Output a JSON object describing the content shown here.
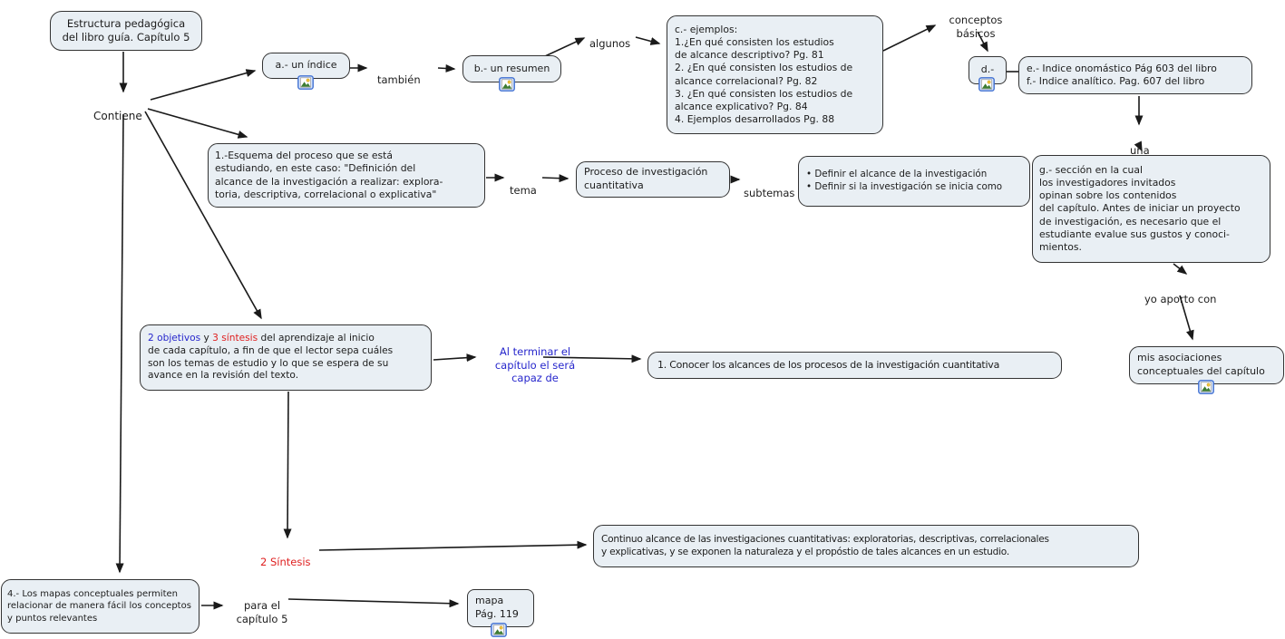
{
  "title": "Estructura pedagógica del libro guía. Capítulo 5 - mapa conceptual",
  "colors": {
    "node_fill": "#e9eff4",
    "node_border": "#333333",
    "line": "#1a1a1a",
    "text": "#1c1c1c",
    "accent_blue": "#2626cc",
    "accent_red": "#df2020",
    "icon_border": "#3f6fd1"
  },
  "nodes": {
    "estructura": {
      "text": "Estructura pedagógica\ndel libro guía. Capítulo 5"
    },
    "a_indice": {
      "text": "a.- un índice"
    },
    "b_resumen": {
      "text": "b.- un resumen"
    },
    "c_ejemplos": {
      "text": "c.- ejemplos:\n1.¿En qué consisten los estudios\nde alcance descriptivo? Pg. 81\n2. ¿En qué consisten los estudios de\nalcance correlacional? Pg. 82\n3. ¿En qué consisten los estudios de\nalcance explicativo? Pg. 84\n4. Ejemplos desarrollados Pg. 88"
    },
    "d_node": {
      "text": "d.-"
    },
    "ef_indices": {
      "text": "e.- Indice onomástico Pág 603 del libro\nf.- Indice analítico. Pag. 607 del libro"
    },
    "g_seccion": {
      "text": "g.- sección en la cual\nlos investigadores invitados\nopinan sobre los contenidos\ndel capítulo. Antes de iniciar un proyecto\nde investigación, es necesario que el\nestudiante evalue sus gustos y conoci-\nmientos."
    },
    "mis_asociaciones": {
      "text": "mis asociaciones\nconceptuales del capítulo"
    },
    "esquema": {
      "text": "1.-Esquema del proceso que se está\nestudiando, en este caso: \"Definición del\nalcance de la investigación a realizar: explora-\ntoria, descriptiva, correlacional o explicativa\""
    },
    "proceso": {
      "text": "Proceso de investigación\ncuantitativa"
    },
    "subtemas_lista": {
      "text": "• Definir el alcance de la investigación\n• Definir si la investigación se inicia como"
    },
    "objetivos": {
      "part_blue": "2 objetivos",
      "part_mid": " y ",
      "part_red": "3 síntesis",
      "part_rest": " del aprendizaje al inicio\nde cada capítulo, a fin de que el lector sepa cuáles\nson los temas de estudio y lo que se espera de su\navance en la revisión del texto."
    },
    "conocer": {
      "text": "1. Conocer los alcances de los procesos de la investigación cuantitativa"
    },
    "continuo": {
      "text": "Continuo alcance de las investigaciones cuantitativas: exploratorias, descriptivas, correlacionales\ny explicativas, y se exponen la naturaleza y el propóstio de tales alcances en un estudio."
    },
    "mapas": {
      "text": "4.- Los mapas conceptuales permiten\nrelacionar de manera fácil los conceptos\ny puntos relevantes"
    },
    "mapa_pag": {
      "text": "mapa\nPág. 119"
    }
  },
  "labels": {
    "contiene": {
      "text": "Contiene"
    },
    "tambien": {
      "text": "también"
    },
    "algunos": {
      "text": "algunos"
    },
    "conceptos_basicos": {
      "text": "conceptos\nbásicos"
    },
    "una": {
      "text": "una"
    },
    "yo_aporto": {
      "text": "yo aporto con"
    },
    "tema": {
      "text": "tema"
    },
    "subtemas": {
      "text": "subtemas"
    },
    "al_terminar": {
      "text": "Al terminar el\ncapítulo el será\ncapaz de"
    },
    "sintesis2": {
      "text": "2 Síntesis"
    },
    "para_el": {
      "text": "para el\ncapítulo 5"
    }
  },
  "icons": {
    "resource": "image-resource-icon (picture with mountain and sun, blue frame)"
  }
}
